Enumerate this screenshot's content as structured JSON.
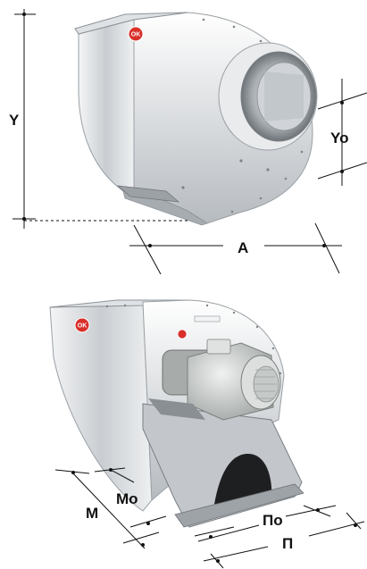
{
  "labels": {
    "height": "Y",
    "outlet_height": "Yo",
    "width": "A",
    "depth": "M",
    "outlet_depth": "Mo",
    "base_outlet_length": "По",
    "base_length": "П"
  },
  "badges": [
    "OK",
    "OK"
  ],
  "colors": {
    "metal_light": "#e6e8ea",
    "metal_mid": "#c2c6ca",
    "metal_dark": "#8e9398",
    "badge_red": "#d9302b",
    "motor_body": "#d7dad8",
    "line": "#111111"
  },
  "icons": [
    "fan-housing-icon",
    "motor-icon"
  ]
}
